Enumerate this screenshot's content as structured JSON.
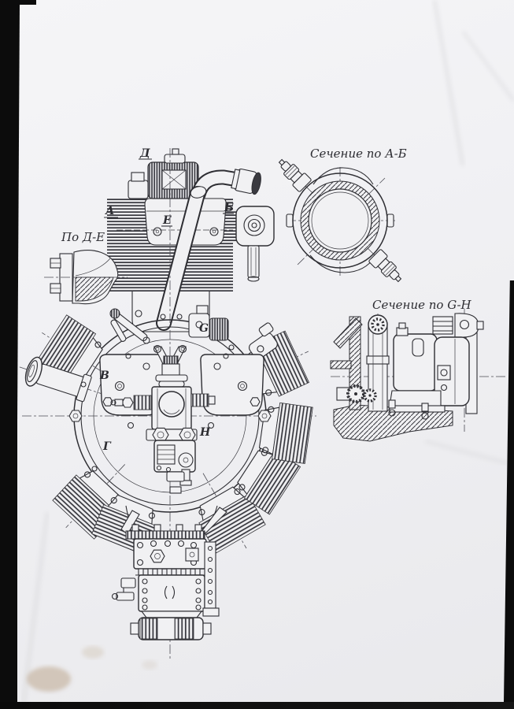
{
  "page": {
    "kind": "Scanned engineering drawing of a radial aircraft engine (rear view with sections)",
    "colors": {
      "paper": "#f1f1f3",
      "ink": "#2e2e33",
      "scan_edge": "#0c0c0c",
      "stain": "#a88a60"
    }
  },
  "labels": {
    "view_de": "По Д-Е",
    "section_ab": "Сечение по А-Б",
    "section_gh": "Сечение по G-Н"
  },
  "letters": {
    "d": "Д",
    "a": "А",
    "e": "Е",
    "b": "Б",
    "v": "В",
    "g": "Г",
    "n": "Н",
    "g_lat": "G"
  }
}
